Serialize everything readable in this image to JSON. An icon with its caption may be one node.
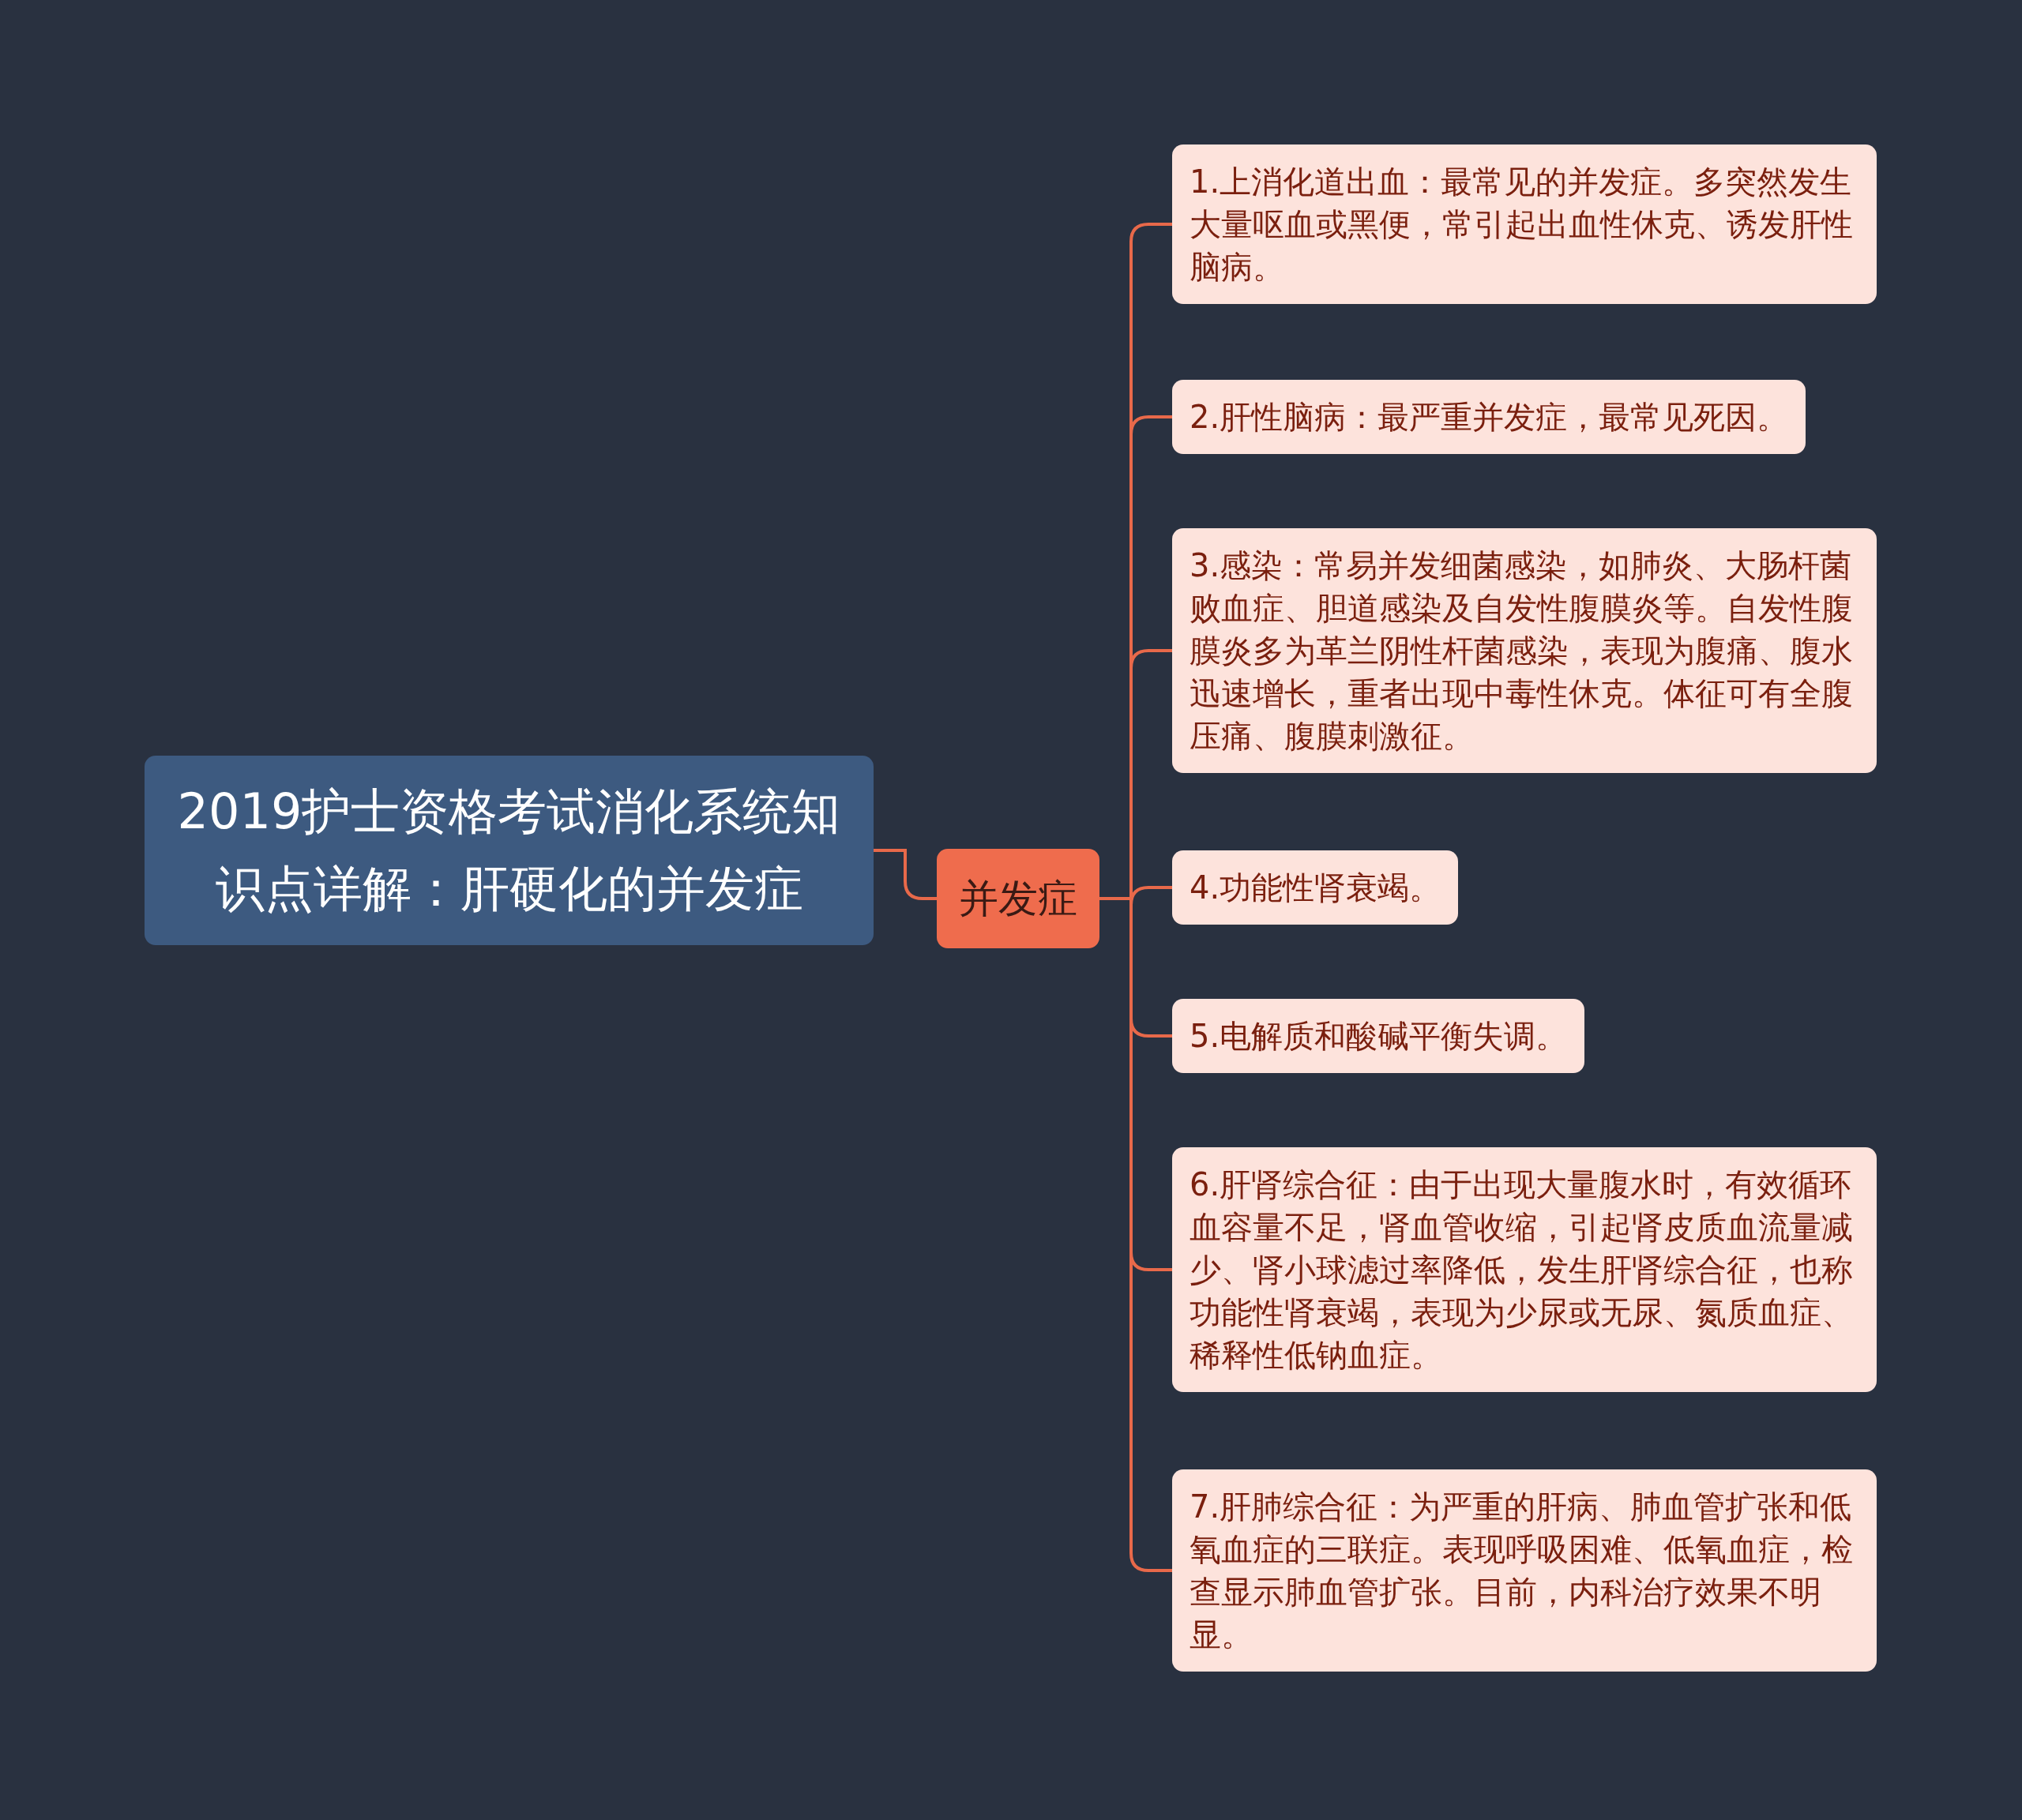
{
  "diagram": {
    "nodes": [
      {
        "text": [
          "2019护士资格考试消化系统知识点详解：肝硬化的并发症"
        ]
      },
      {
        "text": [
          "并发症"
        ]
      },
      {
        "text": [
          "1.上消化道出血：最常见的并发症。多突然发生大量呕血或黑便，常引起出血性休克、诱发肝性脑病。"
        ]
      },
      {
        "text": [
          "2.肝性脑病：最严重并发症，最常见死因。"
        ]
      },
      {
        "text": [
          "3.感染：常易并发细菌感染，如肺炎、大肠杆菌败血症、胆道感染及自发性腹膜炎等。自发性腹膜炎多为革兰阴性杆菌感染，表现为腹痛、腹水迅速增长，重者出现中毒性休克。体征可有全腹压痛、腹膜刺激征。"
        ]
      },
      {
        "text": [
          "4.功能性肾衰竭。"
        ]
      },
      {
        "text": [
          "5.电解质和酸碱平衡失调。"
        ]
      },
      {
        "text": [
          "6.肝肾综合征：由于出现大量腹水时，有效循环血容量不足，肾血管收缩，引起肾皮质血流量减少、肾小球滤过率降低，发生肝肾综合征，也称功能性肾衰竭，表现为少尿或无尿、氮质血症、稀释性低钠血症。"
        ]
      },
      {
        "text": [
          "7.肝肺综合征：为严重的肝病、肺血管扩张和低氧血症的三联症。表现呼吸困难、低氧血症，检查显示肺血管扩张。目前，内科治疗效果不明显。"
        ]
      }
    ],
    "edges": [
      {
        "from": 0,
        "to": 1,
        "arrow": "none"
      },
      {
        "from": 1,
        "to": 2,
        "arrow": "none"
      },
      {
        "from": 1,
        "to": 3,
        "arrow": "none"
      },
      {
        "from": 1,
        "to": 4,
        "arrow": "none"
      },
      {
        "from": 1,
        "to": 5,
        "arrow": "none"
      },
      {
        "from": 1,
        "to": 6,
        "arrow": "none"
      },
      {
        "from": 1,
        "to": 7,
        "arrow": "none"
      },
      {
        "from": 1,
        "to": 8,
        "arrow": "none"
      }
    ]
  }
}
